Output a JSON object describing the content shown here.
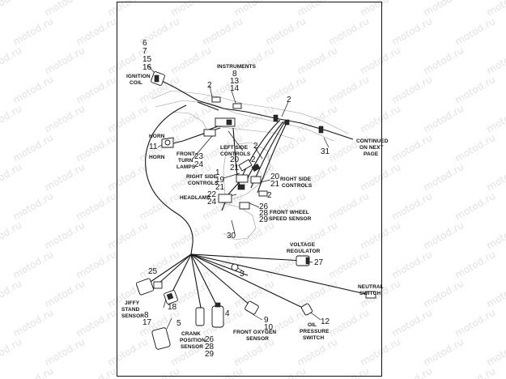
{
  "watermark": "motod.ru",
  "labels": {
    "ignition_coil": [
      "IGNITION",
      "COIL"
    ],
    "instruments": "INSTRUMENTS",
    "horn": "HORN",
    "front_turn_lamps": [
      "FRONT",
      "TURN",
      "LAMPS"
    ],
    "left_side_controls": [
      "LEFT SIDE",
      "CONTROLS"
    ],
    "right_side_controls_left": [
      "RIGHT SIDE",
      "CONTROLS"
    ],
    "right_side_controls_right": [
      "RIGHT SIDE",
      "CONTROLS"
    ],
    "headlamp": "HEADLAMP",
    "front_wheel_speed_sensor": [
      "FRONT WHEEL",
      "SPEED SENSOR"
    ],
    "continued": [
      "CONTINUED",
      "ON NEXT",
      "PAGE"
    ],
    "voltage_regulator": [
      "VOLTAGE",
      "REGULATOR"
    ],
    "neutral_switch": [
      "NEUTRAL",
      "SWITCH"
    ],
    "jiffy_stand_sensor": [
      "JIFFY",
      "STAND",
      "SENSOR"
    ],
    "crank_position_sensor": [
      "CRANK",
      "POSITION",
      "SENSOR"
    ],
    "front_oxygen_sensor": [
      "FRONT OXYGEN",
      "SENSOR"
    ],
    "oil_pressure_switch": [
      "OIL",
      "PRESSURE",
      "SWITCH"
    ]
  },
  "callouts": {
    "coil_refs": [
      "6",
      "7",
      "15",
      "16"
    ],
    "instrument_refs": [
      "8",
      "13",
      "14"
    ],
    "harness_2a": "2",
    "harness_2b": "2",
    "horn_ref": "11",
    "front_turn_refs": [
      "23",
      "24"
    ],
    "left_controls_refs": [
      "20",
      "21"
    ],
    "harness_2c": "2",
    "harness_2d": "2",
    "harness_2e": "2",
    "right_controls_left_refs": [
      "1",
      "19",
      "21"
    ],
    "right_controls_right_refs": [
      "20",
      "21"
    ],
    "headlamp_refs": [
      "22",
      "24"
    ],
    "speed_sensor_refs": [
      "26",
      "28",
      "29"
    ],
    "continued_ref": "31",
    "frame_ref": "30",
    "voltage_reg_ref": "27",
    "clip_ref": "3",
    "jiffy_ref": "25",
    "ref_18": "18",
    "ref_8_17": [
      "8",
      "17"
    ],
    "ref_5": "5",
    "crank_refs": [
      "26",
      "28",
      "29"
    ],
    "ref_4": "4",
    "oxygen_refs": [
      "9",
      "10"
    ],
    "oil_ref": "12"
  }
}
